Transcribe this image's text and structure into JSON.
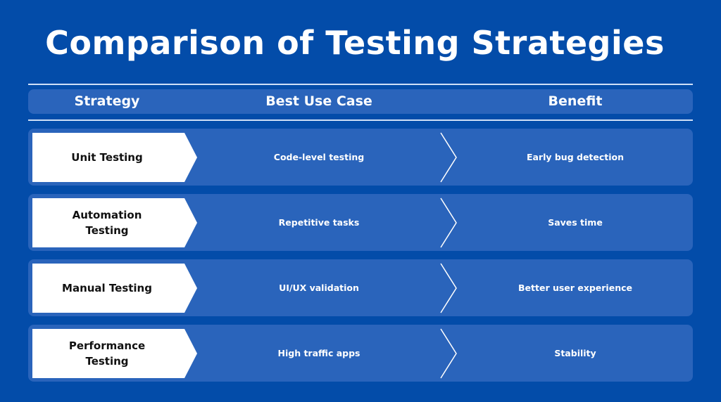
{
  "title": "Comparison of Testing Strategies",
  "colors": {
    "background": "#034ca9",
    "row_fill": "#2a64bb",
    "strategy_box": "#ffffff",
    "divider": "#cfe0f7"
  },
  "header": {
    "strategy": "Strategy",
    "use_case": "Best Use Case",
    "benefit": "Benefit"
  },
  "rows": [
    {
      "strategy": "Unit Testing",
      "use_case": "Code-level testing",
      "benefit": "Early bug detection"
    },
    {
      "strategy": "Automation Testing",
      "use_case": "Repetitive tasks",
      "benefit": "Saves time"
    },
    {
      "strategy": "Manual Testing",
      "use_case": "UI/UX validation",
      "benefit": "Better user experience"
    },
    {
      "strategy": "Performance Testing",
      "use_case": "High traffic apps",
      "benefit": "Stability"
    }
  ]
}
